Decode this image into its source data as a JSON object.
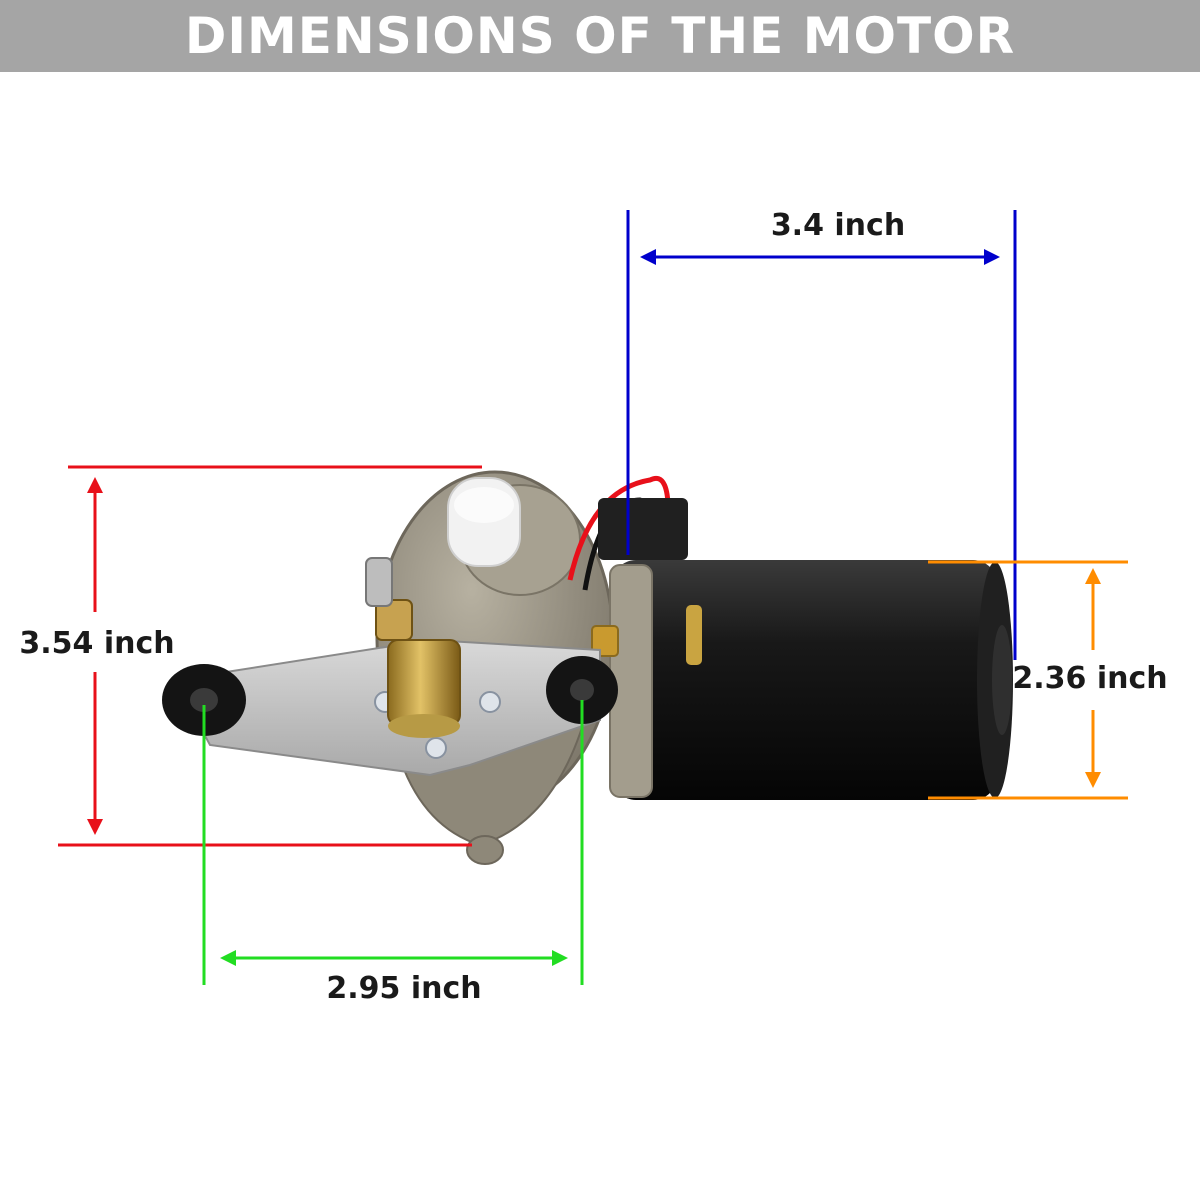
{
  "header": {
    "title": "DIMENSIONS OF THE MOTOR"
  },
  "dimensions": {
    "motor_length": {
      "label": "3.4 inch",
      "color": "#0000cc"
    },
    "motor_diameter": {
      "label": "2.36 inch",
      "color": "#ff8c00"
    },
    "gearbox_height": {
      "label": "3.54 inch",
      "color": "#e8101a"
    },
    "mount_spacing": {
      "label": "2.95 inch",
      "color": "#22dd22"
    }
  },
  "colors": {
    "banner": "#a5a5a5",
    "motor_body": "#111111",
    "gearbox": "#9c9584",
    "bracket": "#c9c9c9"
  }
}
